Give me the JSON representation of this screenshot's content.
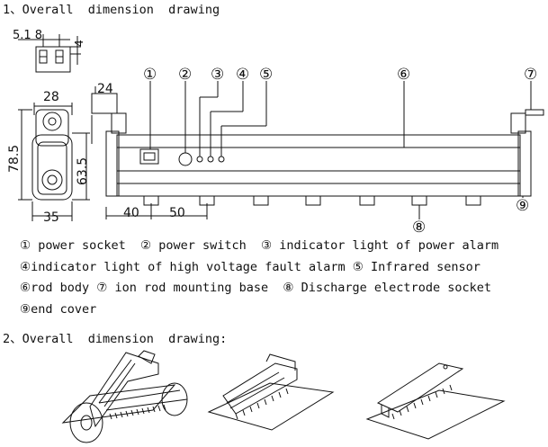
{
  "headings": {
    "section1": "1、Overall  dimension  drawing",
    "section2": "2、Overall  dimension  drawing:"
  },
  "dimensions": {
    "top_width": "5.1 8",
    "top_height": "4",
    "width_28": "28",
    "height_785": "78.5",
    "height_635": "63.5",
    "width_35": "35",
    "offset_24": "24",
    "offset_40": "40",
    "offset_50": "50"
  },
  "callouts": [
    "①",
    "②",
    "③",
    "④",
    "⑤",
    "⑥",
    "⑦",
    "⑧",
    "⑨"
  ],
  "legend": {
    "line1": "① power socket  ② power switch  ③ indicator light of power alarm",
    "line2": "④indicator light of high voltage fault alarm ⑤ Infrared sensor",
    "line3": "⑥rod body ⑦ ion rod mounting base  ⑧ Discharge electrode socket",
    "line4": "⑨end cover"
  }
}
